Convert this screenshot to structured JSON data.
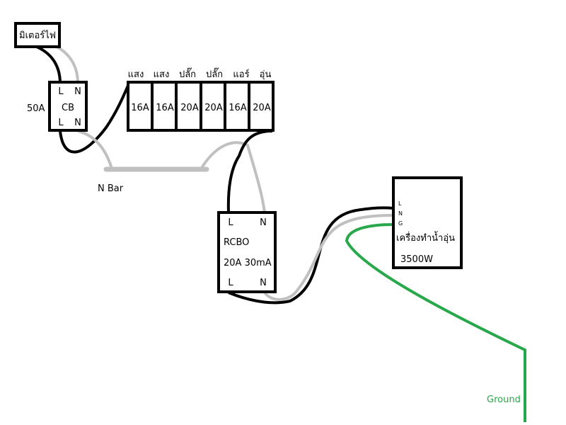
{
  "meter": {
    "label": "มิเตอร์ไฟ"
  },
  "main_breaker": {
    "rating": "50A",
    "label": "CB",
    "top_terminals": [
      "L",
      "N"
    ],
    "bottom_terminals": [
      "L",
      "N"
    ]
  },
  "panel": {
    "circuits": [
      {
        "name": "แสง",
        "rating": "16A"
      },
      {
        "name": "แสง",
        "rating": "16A"
      },
      {
        "name": "ปลั๊ก",
        "rating": "20A"
      },
      {
        "name": "ปลั๊ก",
        "rating": "20A"
      },
      {
        "name": "แอร์",
        "rating": "16A"
      },
      {
        "name": "อุ่น",
        "rating": "20A"
      }
    ]
  },
  "neutral_bar": {
    "label": "N Bar"
  },
  "rcbo": {
    "label": "RCBO",
    "rating": "20A 30mA",
    "top_terminals": [
      "L",
      "N"
    ],
    "bottom_terminals": [
      "L",
      "N"
    ]
  },
  "heater": {
    "terminals": [
      "L",
      "N",
      "G"
    ],
    "name": "เครื่องทำน้ำอุ่น",
    "power": "3500W"
  },
  "ground": {
    "label": "Ground"
  },
  "colors": {
    "line": "#000000",
    "neutral": "#c0c0c0",
    "ground": "#27a84a",
    "box_stroke": "#000000"
  }
}
